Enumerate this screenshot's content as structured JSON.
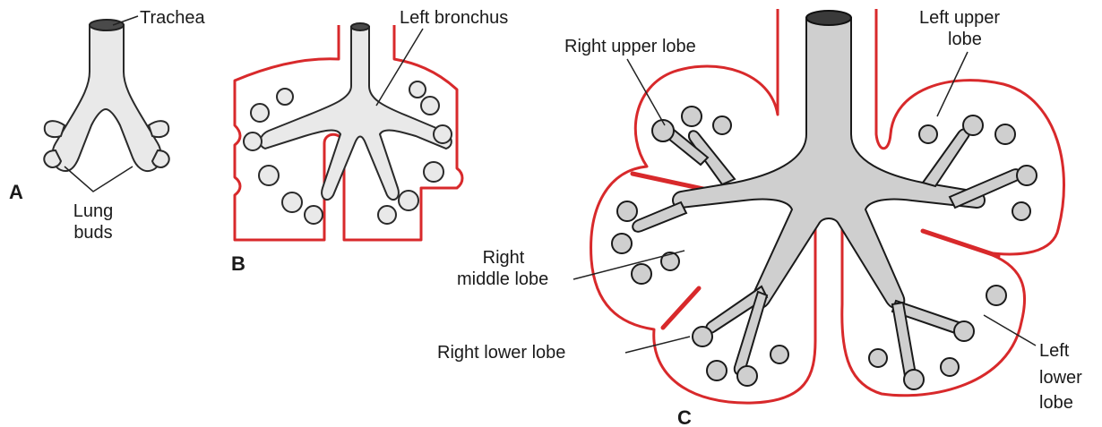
{
  "panels": {
    "a": {
      "letter": "A",
      "labels": {
        "trachea": "Trachea",
        "lung_buds_1": "Lung",
        "lung_buds_2": "buds"
      }
    },
    "b": {
      "letter": "B",
      "labels": {
        "left_bronchus": "Left bronchus"
      }
    },
    "c": {
      "letter": "C",
      "labels": {
        "right_upper_lobe": "Right upper lobe",
        "left_upper_lobe_1": "Left upper",
        "left_upper_lobe_2": "lobe",
        "right_middle_lobe_1": "Right",
        "right_middle_lobe_2": "middle lobe",
        "right_lower_lobe": "Right lower lobe",
        "left_lower_lobe_1": "Left",
        "left_lower_lobe_2": "lower",
        "left_lower_lobe_3": "lobe"
      }
    }
  },
  "colors": {
    "pleura": "#d8292b",
    "airway_fill": "#e9e9e9",
    "airway_outline": "#2a2a2a"
  }
}
